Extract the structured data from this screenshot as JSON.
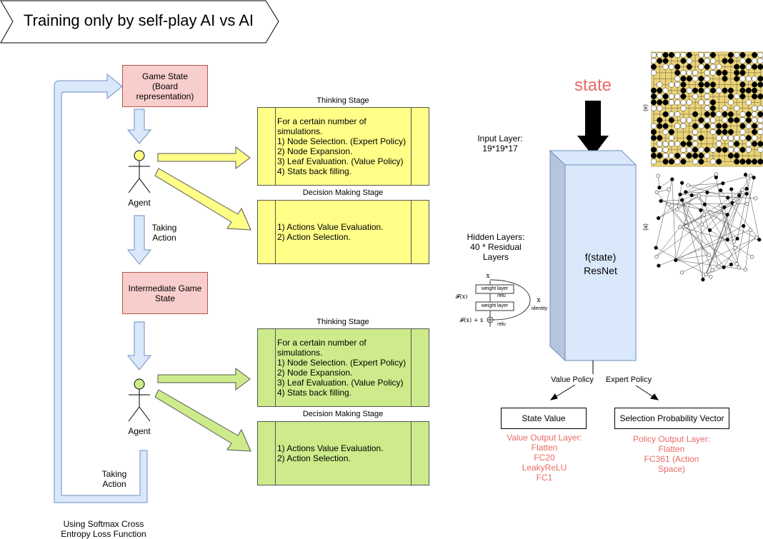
{
  "banner": {
    "title": "Training only by self-play AI vs AI"
  },
  "left": {
    "game_state": "Game State\n(Board\nrepresentation)",
    "agent1": "Agent",
    "taking_action1": "Taking\nAction",
    "intermediate": "Intermediate Game\nState",
    "agent2": "Agent",
    "taking_action2": "Taking\nAction",
    "loss_note": "Using Softmax Cross\nEntropy Loss Function"
  },
  "stages": {
    "thinking_title": "Thinking Stage",
    "decision_title": "Decision Making Stage",
    "thinking_lines": [
      "For a certain number of",
      "simulations.",
      "1) Node Selection. (Expert Policy)",
      "2) Node Expansion.",
      "3) Leaf Evaluation. (Value Policy)",
      "4) Stats back filling."
    ],
    "decision_lines": [
      "1) Actions Value Evaluation.",
      "2) Action Selection."
    ]
  },
  "network": {
    "state_label": "state",
    "input_layer": "Input Layer:\n19*19*17",
    "hidden_layers": "Hidden Layers:\n40 * Residual\nLayers",
    "resnet_label": "f(state)\nResNet",
    "value_policy": "Value Policy",
    "expert_policy": "Expert Policy",
    "state_value": "State Value",
    "selection_vector": "Selection Probability Vector",
    "value_output": "Value Output Layer:\nFlatten\nFC20\nLeakyReLU\nFC1",
    "policy_output": "Policy Output Layer:\nFlatten\nFC361 (Action\nSpace)"
  },
  "residual": {
    "x_top": "x",
    "weight_layer": "weight layer",
    "relu": "relu",
    "fx": "𝓕(x)",
    "x_identity": "x",
    "identity": "identity",
    "fx_plus_x": "𝓕(x) + x",
    "relu_out": "relu"
  },
  "figure_labels": {
    "e": "(e)",
    "a": "(a)"
  },
  "colors": {
    "pink": "#f8cecc",
    "yellow": "#ffff88",
    "green": "#cdeb8b",
    "light_blue": "#dae8fc",
    "blue_stroke": "#6c8ebf",
    "red_text": "#ea6b66"
  }
}
